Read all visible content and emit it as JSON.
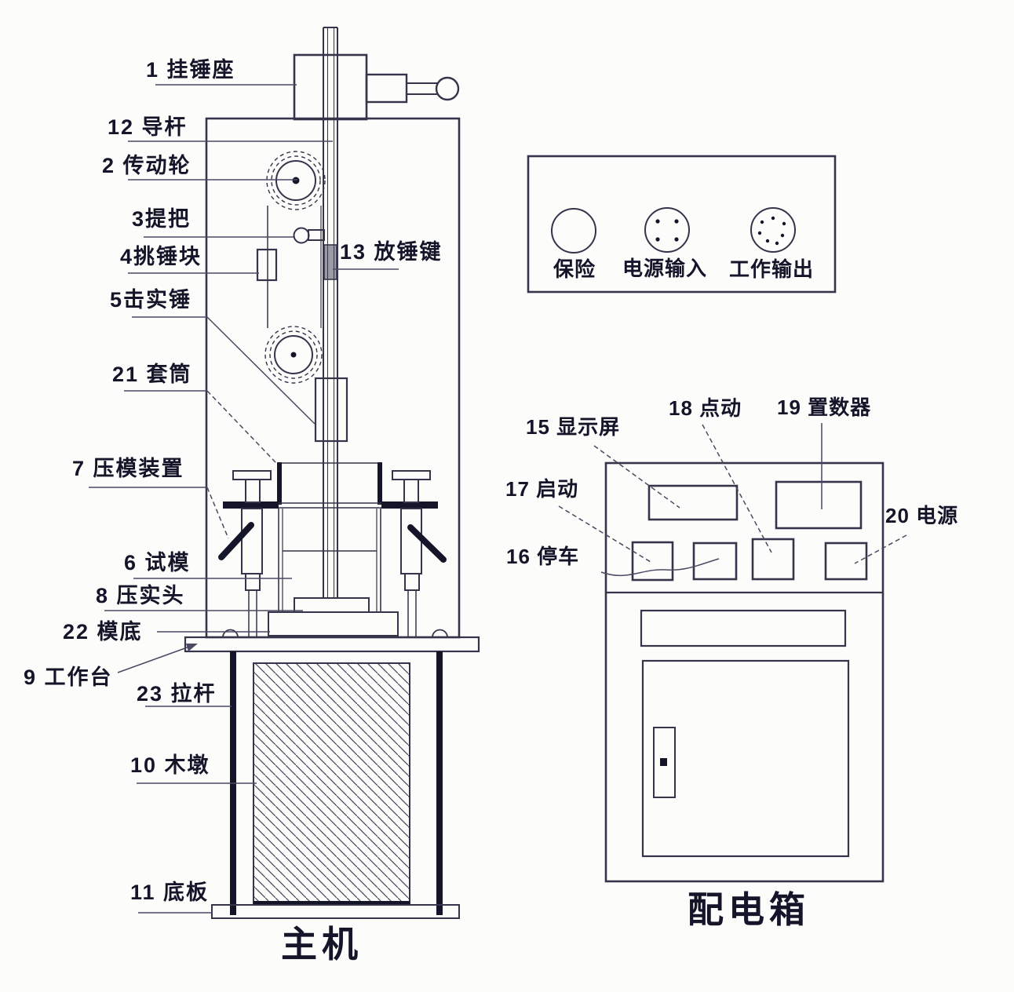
{
  "main_machine": {
    "caption": "主机",
    "labels": {
      "hanger_seat": "1 挂锤座",
      "guide_rod": "12 导杆",
      "drive_wheel": "2 传动轮",
      "handle": "3提把",
      "hammer_lift_block": "4挑锤块",
      "hammer_release_key": "13 放锤键",
      "compaction_hammer": "5击实锤",
      "sleeve": "21 套筒",
      "mold_press_device": "7 压模装置",
      "test_mold": "6 试模",
      "compaction_head": "8 压实头",
      "mold_bottom": "22 模底",
      "worktable": "9 工作台",
      "tie_rod": "23 拉杆",
      "wood_block": "10 木墩",
      "base_plate": "11 底板"
    }
  },
  "connector_panel": {
    "ports": {
      "fuse": "保险",
      "power_input": "电源输入",
      "work_output": "工作输出"
    }
  },
  "control_box": {
    "caption": "配电箱",
    "labels": {
      "display": "15 显示屏",
      "stop": "16 停车",
      "start": "17 启动",
      "jog": "18 点动",
      "counter": "19 置数器",
      "power": "20 电源"
    }
  },
  "colors": {
    "line": "#34344a",
    "leader": "#4a4a62",
    "ink": "#15152a",
    "key_fill": "#9b9ba8",
    "paper": "#fcfcfb"
  }
}
